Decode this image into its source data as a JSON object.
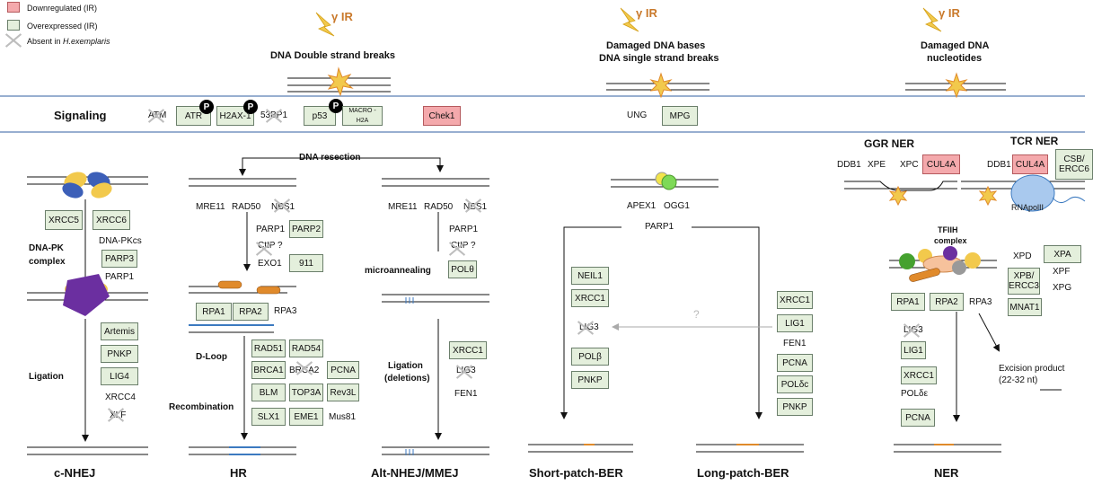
{
  "legend": {
    "down": "Downregulated (IR)",
    "over": "Overexpressed (IR)",
    "absent_prefix": "Absent in ",
    "absent_species": "H.exemplaris"
  },
  "colors": {
    "down": "#f4a9ac",
    "over": "#e4efdc",
    "gamma": "#c9792b"
  },
  "gamma": "γ IR",
  "damage": {
    "dsb": "DNA Double strand breaks",
    "base1": "Damaged DNA bases",
    "base2": "DNA single strand breaks",
    "nuc1": "Damaged DNA",
    "nuc2": "nucleotides"
  },
  "signaling": {
    "label": "Signaling",
    "atm": "ATM",
    "atr": "ATR",
    "h2ax": "H2AX-1",
    "bp53": "53BP1",
    "p53": "p53",
    "macro": "MACRO -H2A",
    "chek1": "Chek1",
    "ung": "UNG",
    "mpg": "MPG",
    "p": "P"
  },
  "nhej": {
    "xrcc5": "XRCC5",
    "xrcc6": "XRCC6",
    "dnapkcs": "DNA-PKcs",
    "complex1": "DNA-PK",
    "complex2": "complex",
    "parp3": "PARP3",
    "parp1": "PARP1",
    "artemis": "Artemis",
    "pnkp": "PNKP",
    "lig4": "LIG4",
    "xrcc4": "XRCC4",
    "xlf": "XLF",
    "ligation": "Ligation",
    "title": "c-NHEJ"
  },
  "resection": "DNA resection",
  "hr": {
    "mre11": "MRE11",
    "rad50": "RAD50",
    "nbs1": "NBS1",
    "parp1": "PARP1",
    "parp2": "PARP2",
    "ctip": "CtIP ?",
    "exo1": "EXO1",
    "n911": "911",
    "rpa1": "RPA1",
    "rpa2": "RPA2",
    "rpa3": "RPA3",
    "dloop": "D-Loop",
    "rad51": "RAD51",
    "rad54": "RAD54",
    "brca1": "BRCA1",
    "brca2": "BRCA2",
    "pcna": "PCNA",
    "blm": "BLM",
    "top3a": "TOP3A",
    "rev3l": "Rev3L",
    "recomb": "Recombination",
    "slx1": "SLX1",
    "eme1": "EME1",
    "mus81": "Mus81",
    "title": "HR"
  },
  "mmej": {
    "mre11": "MRE11",
    "rad50": "RAD50",
    "nbs1": "NBS1",
    "parp1": "PARP1",
    "ctip": "CtIP ?",
    "micro": "microannealing",
    "pol": "POLθ",
    "lig1": "Ligation",
    "lig2": "(deletions)",
    "xrcc1": "XRCC1",
    "lig3": "LIG3",
    "fen1": "FEN1",
    "title": "Alt-NHEJ/MMEJ"
  },
  "ber": {
    "apex1": "APEX1",
    "ogg1": "OGG1",
    "parp1": "PARP1",
    "neil1": "NEIL1",
    "xrcc1": "XRCC1",
    "lig3": "LIG3",
    "polb": "POLβ",
    "pnkp": "PNKP",
    "q": "?",
    "lxrcc1": "XRCC1",
    "llig1": "LIG1",
    "fen1": "FEN1",
    "pcna": "PCNA",
    "pold": "POLδc",
    "lpnkp": "PNKP",
    "sp_title": "Short-patch-BER",
    "lp_title": "Long-patch-BER"
  },
  "ner": {
    "ggr": "GGR NER",
    "tcr": "TCR NER",
    "ddb1": "DDB1",
    "xpe": "XPE",
    "xpc": "XPC",
    "cul4a": "CUL4A",
    "ddb1b": "DDB1",
    "cul4ab": "CUL4A",
    "csb": "CSB/ ERCC6",
    "rnapol": "RNApolII",
    "tfiih1": "TFIIH",
    "tfiih2": "complex",
    "xpd": "XPD",
    "xpa": "XPA",
    "xpb": "XPB/ ERCC3",
    "xpf": "XPF",
    "xpg": "XPG",
    "mnat1": "MNAT1",
    "rpa1": "RPA1",
    "rpa2": "RPA2",
    "rpa3": "RPA3",
    "lig3": "LIG3",
    "lig1": "LIG1",
    "xrcc1": "XRCC1",
    "pole": "POLδε",
    "pcna": "PCNA",
    "exc1": "Excision product",
    "exc2": "(22-32 nt)",
    "title": "NER"
  }
}
